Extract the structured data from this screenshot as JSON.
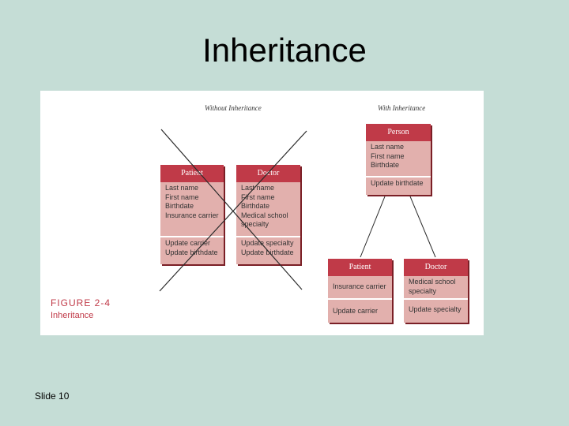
{
  "slide": {
    "title": "Inheritance",
    "number_label": "Slide 10"
  },
  "figure": {
    "left_title": "Without Inheritance",
    "right_title": "With Inheritance",
    "label_number": "FIGURE 2-4",
    "label_name": "Inheritance",
    "without": {
      "patient": {
        "title": "Patient",
        "attributes": [
          "Last name",
          "First name",
          "Birthdate",
          "Insurance carrier"
        ],
        "operations": [
          "Update carrier",
          "Update birthdate"
        ]
      },
      "doctor": {
        "title": "Doctor",
        "attributes": [
          "Last name",
          "First name",
          "Birthdate",
          "Medical school specialty"
        ],
        "operations": [
          "Update specialty",
          "Update birthdate"
        ]
      }
    },
    "with": {
      "person": {
        "title": "Person",
        "attributes": [
          "Last name",
          "First name",
          "Birthdate"
        ],
        "operations": [
          "Update birthdate"
        ]
      },
      "patient": {
        "title": "Patient",
        "attributes": [
          "Insurance carrier"
        ],
        "operations": [
          "Update carrier"
        ]
      },
      "doctor": {
        "title": "Doctor",
        "attributes": [
          "Medical school specialty"
        ],
        "operations": [
          "Update specialty"
        ]
      }
    },
    "colors": {
      "header": "#c03a48",
      "body": "#e2b0ad",
      "background": "#c5ddd6"
    }
  }
}
